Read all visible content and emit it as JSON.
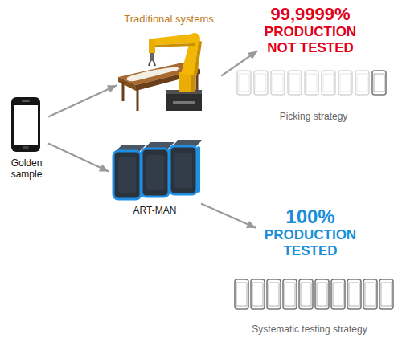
{
  "diagram": {
    "nodes": [
      {
        "text": [
          "Golden sample"
        ]
      },
      {
        "text": [
          "Traditional systems"
        ]
      },
      {
        "text": [
          "99,9999%",
          "PRODUCTION NOT TESTED"
        ]
      },
      {
        "text": [
          "ART-MAN"
        ]
      },
      {
        "text": [
          "100%",
          "PRODUCTION TESTED"
        ]
      }
    ],
    "edges": [
      {
        "from": 0,
        "to": 1,
        "arrow": "to"
      },
      {
        "from": 1,
        "to": 2,
        "arrow": "to"
      },
      {
        "from": 0,
        "to": 3,
        "arrow": "to"
      },
      {
        "from": 3,
        "to": 4,
        "arrow": "to"
      }
    ],
    "labels": [
      "Picking strategy",
      "Systematic testing strategy"
    ]
  }
}
